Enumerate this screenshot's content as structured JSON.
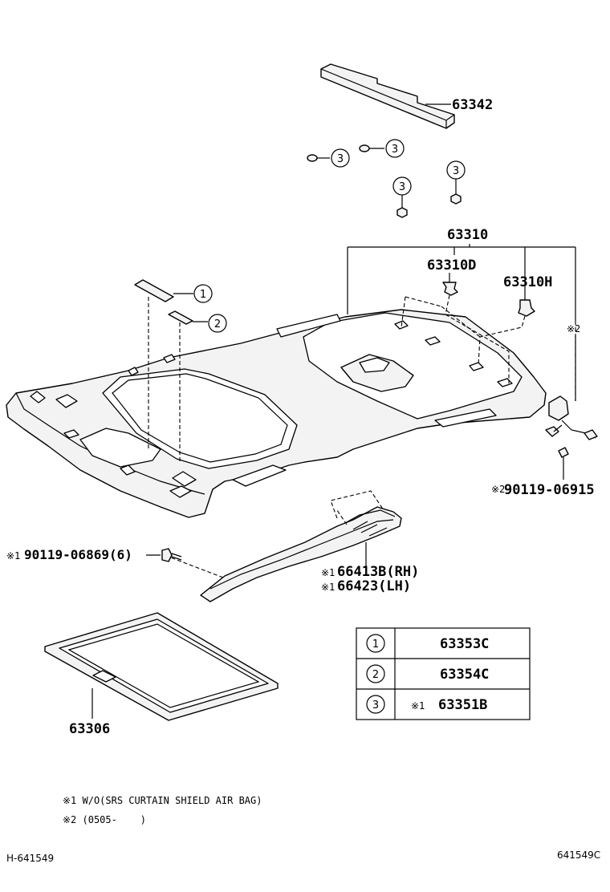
{
  "parts": {
    "p63342": "63342",
    "p63310": "63310",
    "p63310D": "63310D",
    "p63310H": "63310H",
    "p90119_06915": "90119-06915",
    "p90119_06869": "90119-06869(6)",
    "p66413B": "66413B(RH)",
    "p66423": "66423(LH)",
    "p63306": "63306"
  },
  "marks": {
    "note1": "※1",
    "note2": "※2"
  },
  "callouts": {
    "c1": "1",
    "c2": "2",
    "c3": "3"
  },
  "legend_table": [
    {
      "num": "1",
      "prefix": "",
      "part": "63353C"
    },
    {
      "num": "2",
      "prefix": "",
      "part": "63354C"
    },
    {
      "num": "3",
      "prefix": "※1",
      "part": "63351B"
    }
  ],
  "footnotes": [
    "※1 W/O(SRS CURTAIN SHIELD AIR BAG)",
    "※2 (0505-    )"
  ],
  "footer": {
    "left_code": "H-641549",
    "right_code": "641549C"
  }
}
